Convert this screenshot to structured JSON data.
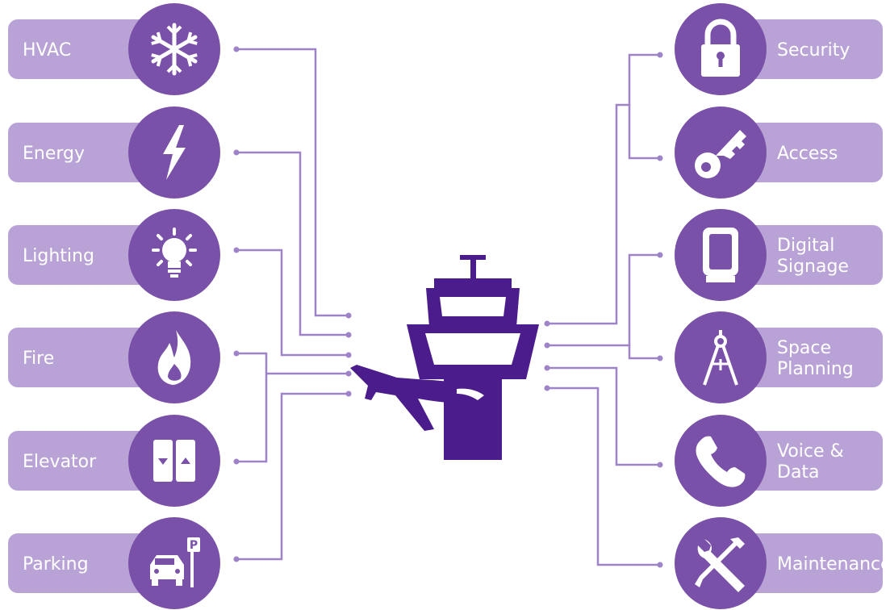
{
  "colors": {
    "circle": "#7a51a9",
    "bar": "#b9a3d6",
    "line": "#9e83c8",
    "tower": "#4b1c8c",
    "label_text": "#ffffff"
  },
  "left_systems": [
    {
      "label": "HVAC",
      "icon": "snowflake-icon"
    },
    {
      "label": "Energy",
      "icon": "lightning-bolt-icon"
    },
    {
      "label": "Lighting",
      "icon": "light-bulb-icon"
    },
    {
      "label": "Fire",
      "icon": "flame-icon"
    },
    {
      "label": "Elevator",
      "icon": "elevator-icon"
    },
    {
      "label": "Parking",
      "icon": "parking-car-icon"
    }
  ],
  "right_systems": [
    {
      "label": "Security",
      "icon": "padlock-icon"
    },
    {
      "label": "Access",
      "icon": "key-icon"
    },
    {
      "label": "Digital\nSignage",
      "icon": "display-sign-icon"
    },
    {
      "label": "Space\nPlanning",
      "icon": "compass-divider-icon"
    },
    {
      "label": "Voice &\nData",
      "icon": "telephone-icon"
    },
    {
      "label": "Maintenance",
      "icon": "wrench-screwdriver-icon"
    }
  ],
  "center": {
    "icon": "airport-control-tower-airplane-icon"
  }
}
